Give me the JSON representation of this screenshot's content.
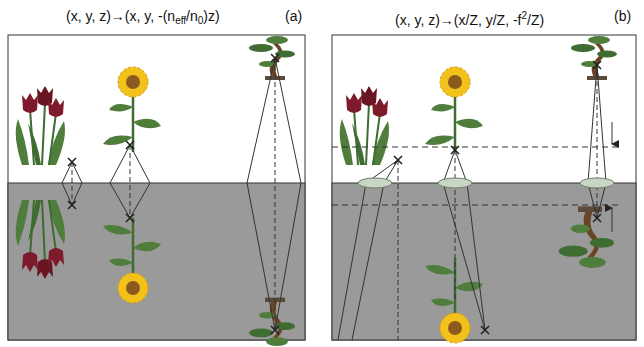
{
  "diagram": {
    "labels": [
      "(x, y, z)→(x, y, -(n",
      "eff",
      "/n",
      "0",
      ")z)",
      "(a)",
      "(x, y, z)→(x/Z, y/Z, -f",
      "2",
      "/Z)",
      "(b)"
    ]
  }
}
